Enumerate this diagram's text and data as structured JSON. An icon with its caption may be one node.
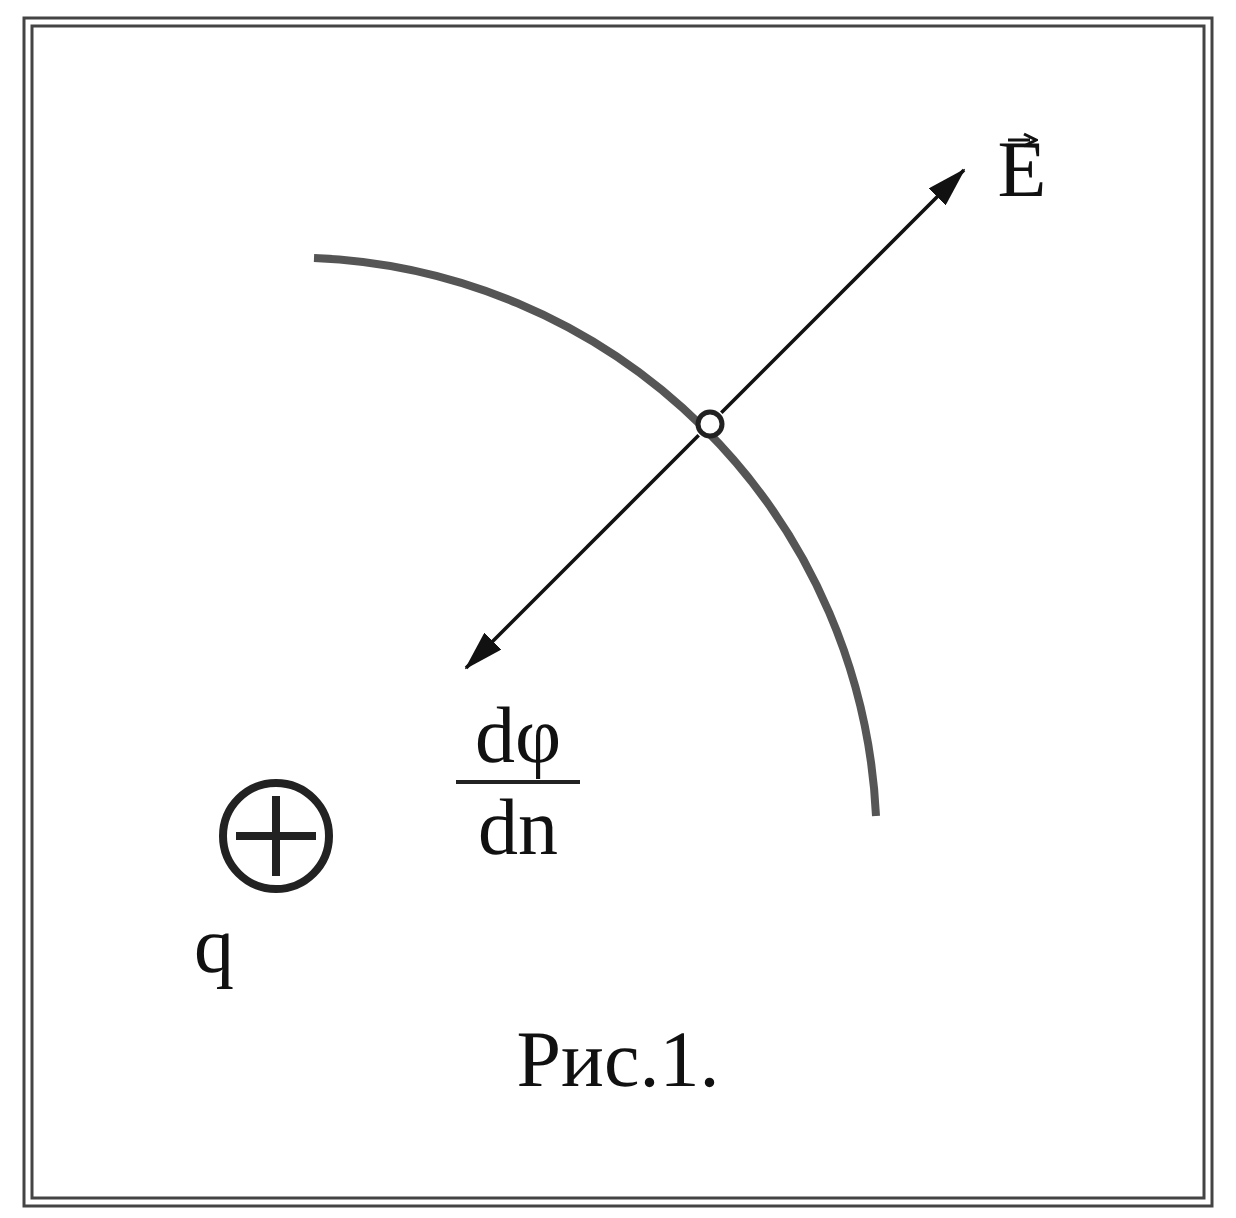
{
  "diagram": {
    "caption": "Рис.1.",
    "nodes": [
      {
        "text": [],
        "shape": "circle"
      },
      {
        "text": [
          "E"
        ]
      },
      {
        "text": [
          "dφ",
          "dn"
        ]
      },
      {
        "text": [],
        "shape": "circle",
        "beside": [
          "q"
        ]
      }
    ],
    "edges": [
      {
        "from": 0,
        "to": 1,
        "arrow": "to"
      },
      {
        "from": 0,
        "to": 2,
        "arrow": "to"
      }
    ]
  }
}
